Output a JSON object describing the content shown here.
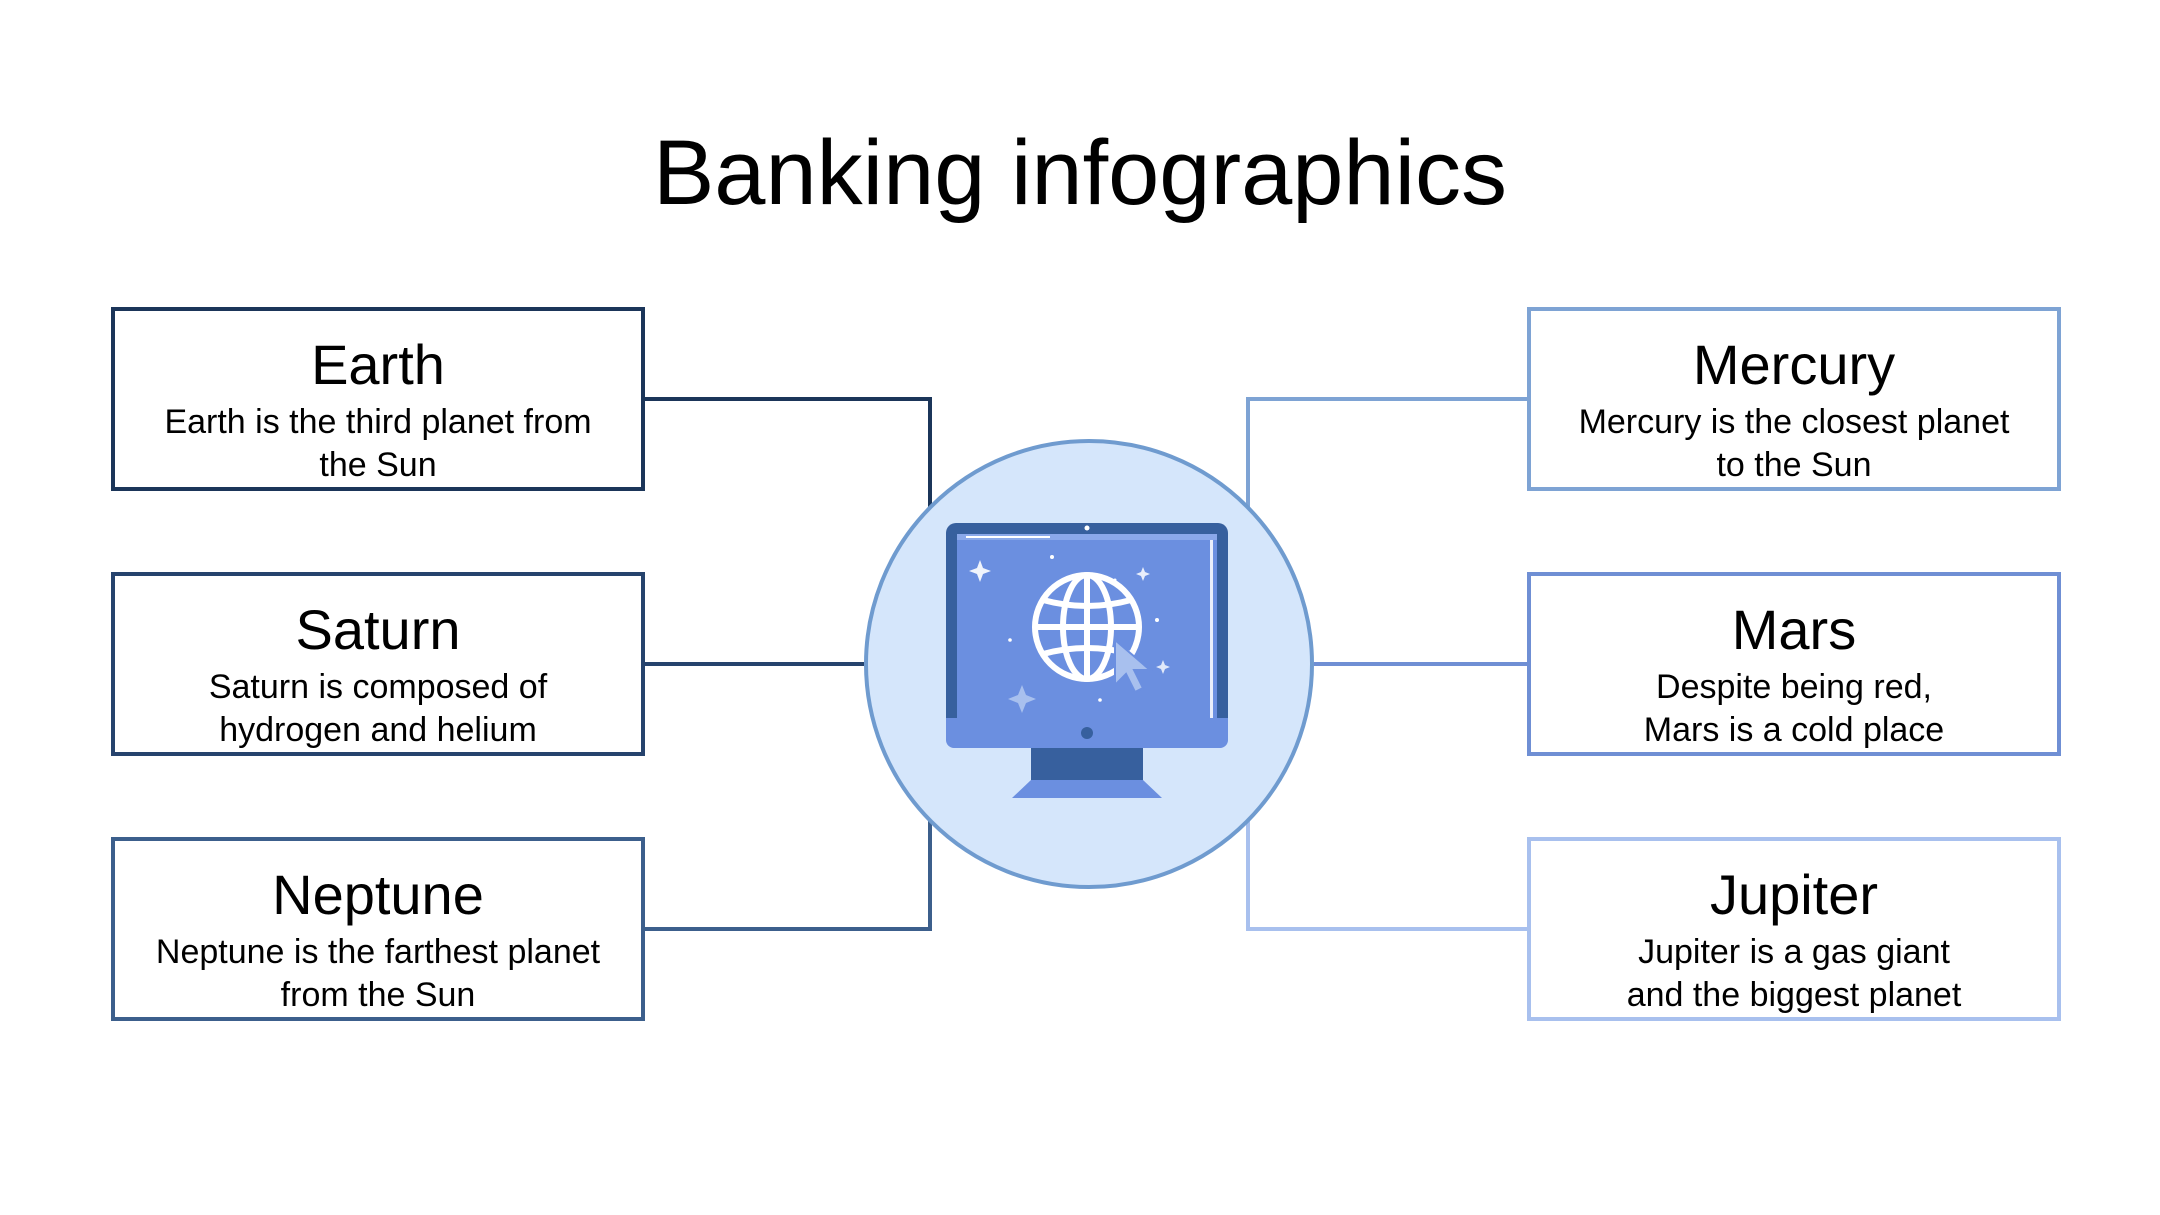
{
  "title": "Banking infographics",
  "center": {
    "icon": "computer-globe-icon"
  },
  "items": {
    "earth": {
      "title": "Earth",
      "line1": "Earth is the third planet from",
      "line2": "the Sun"
    },
    "saturn": {
      "title": "Saturn",
      "line1": "Saturn is composed of",
      "line2": "hydrogen and helium"
    },
    "neptune": {
      "title": "Neptune",
      "line1": "Neptune is the farthest planet",
      "line2": "from the Sun"
    },
    "mercury": {
      "title": "Mercury",
      "line1": "Mercury is the closest planet",
      "line2": "to the Sun"
    },
    "mars": {
      "title": "Mars",
      "line1": "Despite being red,",
      "line2": "Mars is a cold place"
    },
    "jupiter": {
      "title": "Jupiter",
      "line1": "Jupiter is a gas giant",
      "line2": "and the biggest planet"
    }
  },
  "colors": {
    "earth": "#1b3559",
    "saturn": "#26436d",
    "neptune": "#3c5f8c",
    "mercury": "#7ea3d4",
    "mars": "#6f8fd4",
    "jupiter": "#a8c0ee",
    "circle_fill": "#d5e6fb",
    "circle_border": "#6f9bcf",
    "screen": "#6b8fe0",
    "monitor_frame": "#37609e"
  }
}
